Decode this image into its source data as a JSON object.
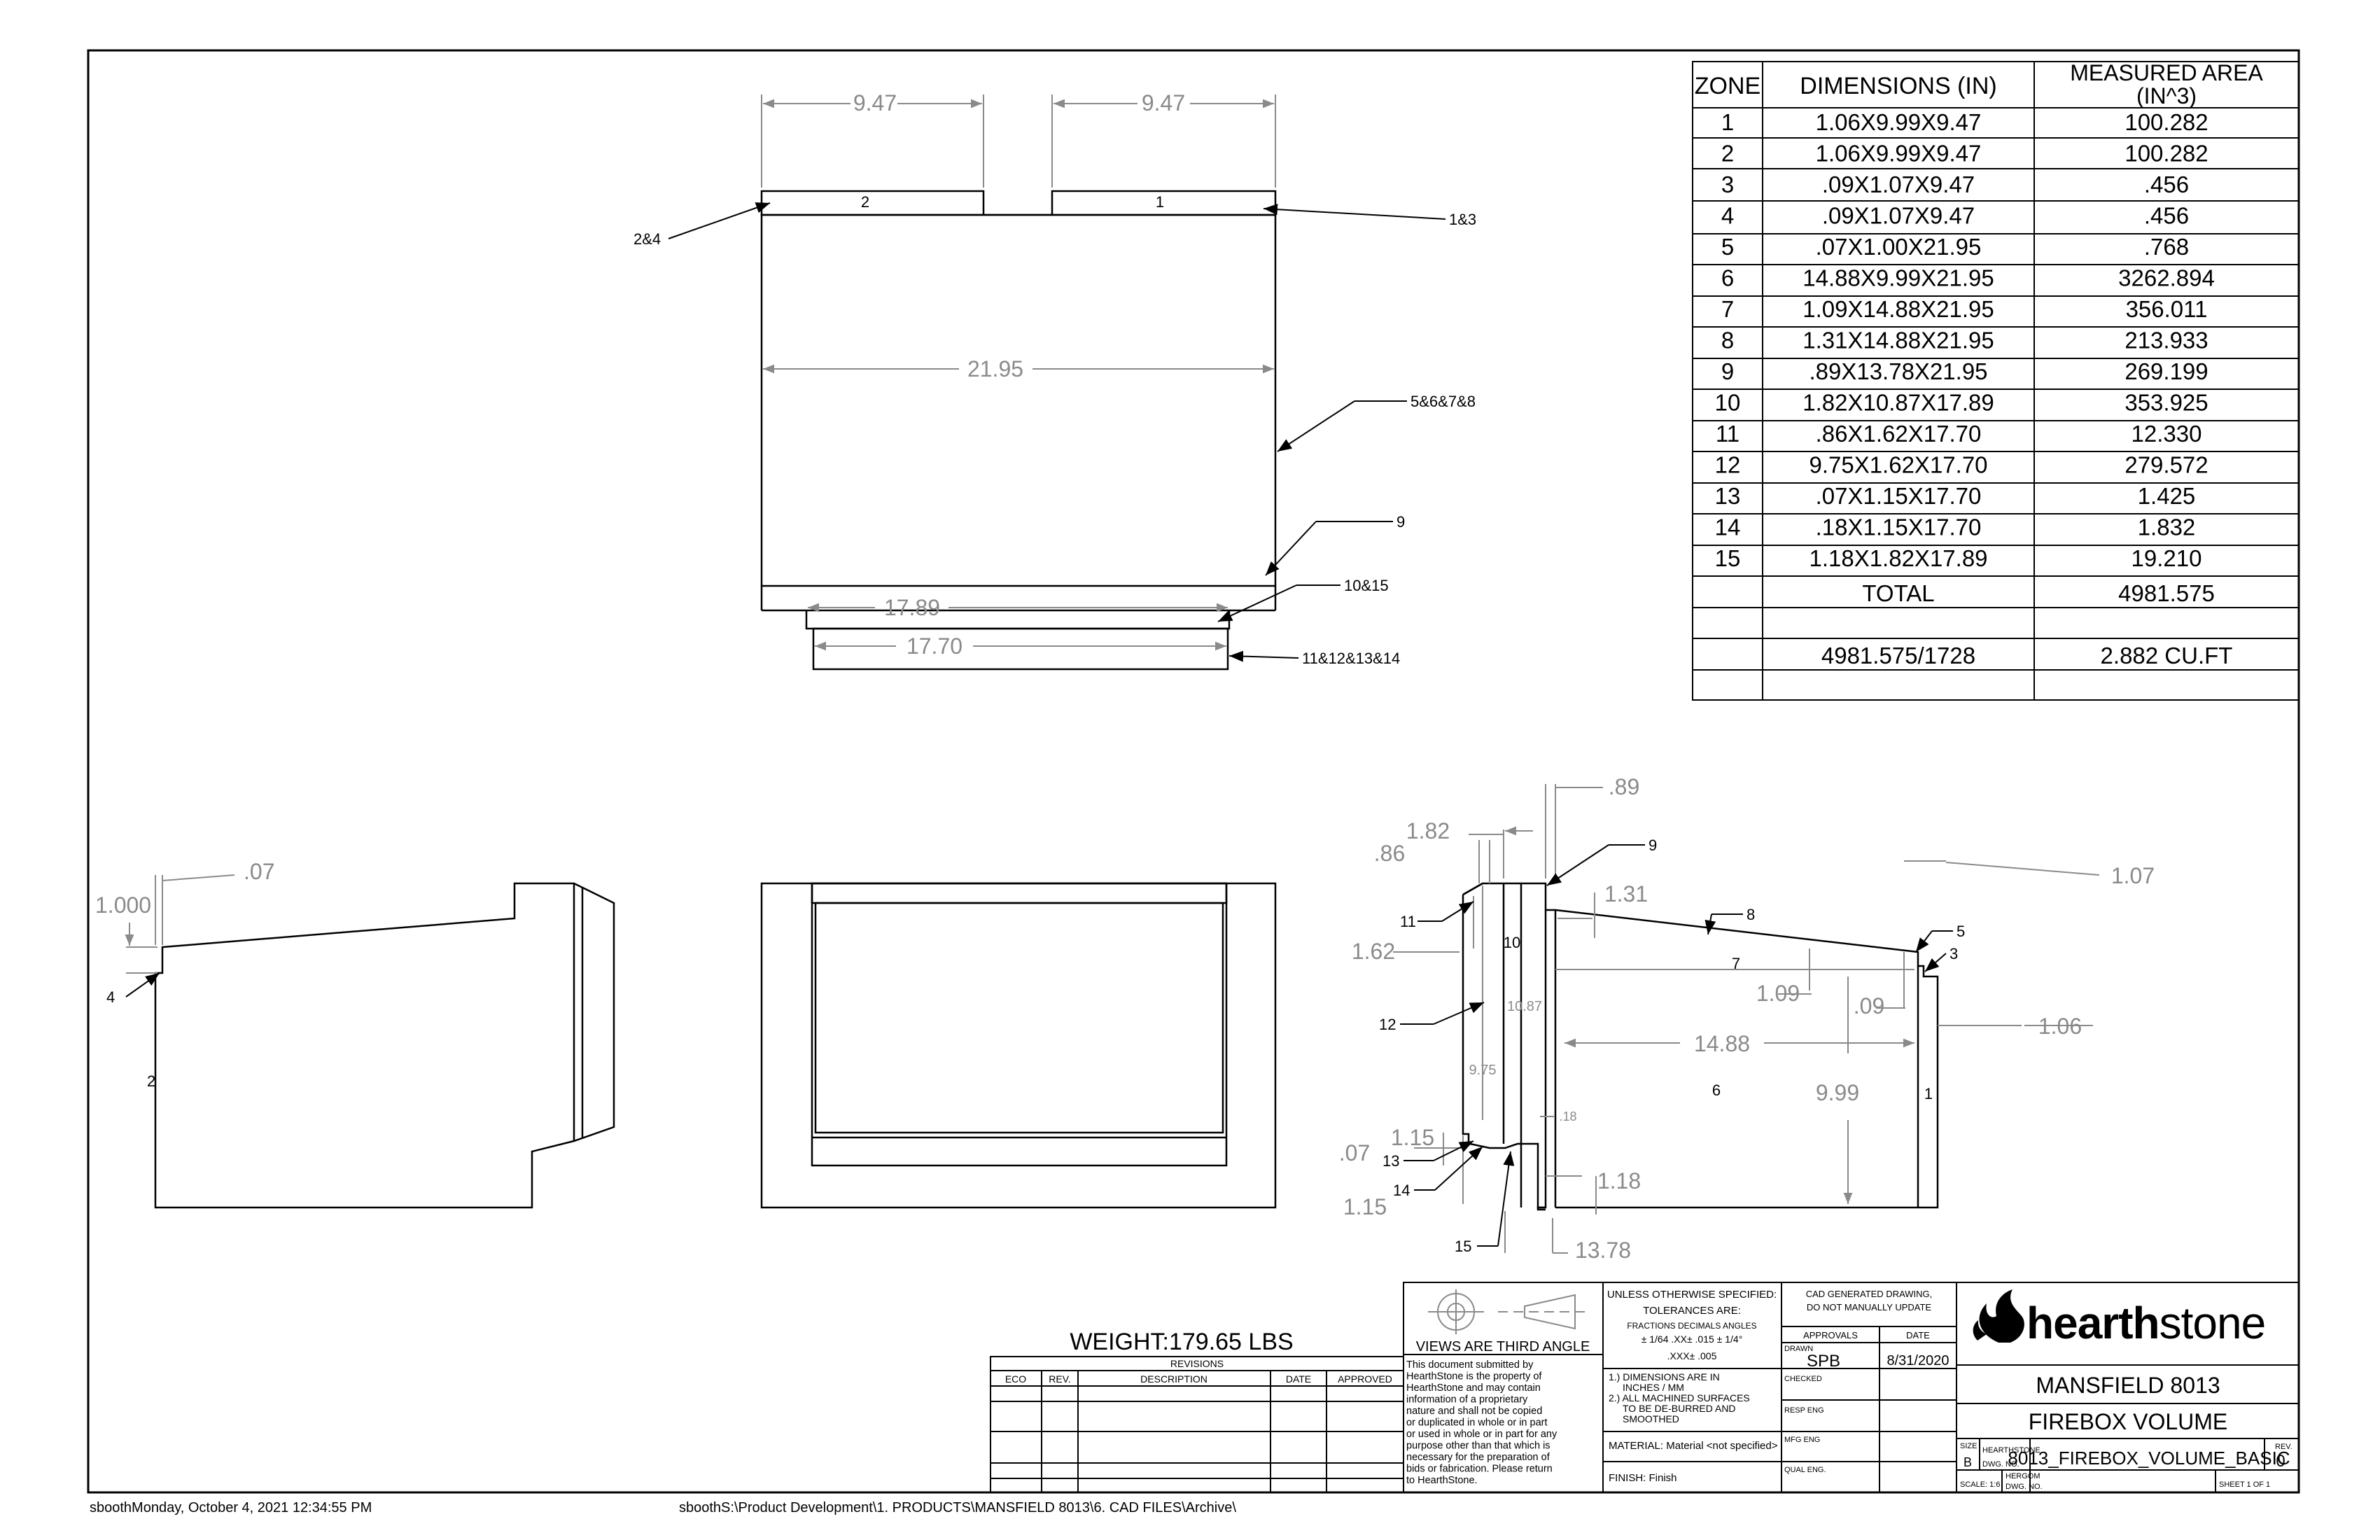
{
  "drawing": {
    "footer_left": "sboothMonday, October 4, 2021 12:34:55 PM",
    "footer_path": "sboothS:\\Product Development\\1. PRODUCTS\\MANSFIELD 8013\\6. CAD FILES\\Archive\\",
    "weight": "WEIGHT:179.65 LBS"
  },
  "zone_table": {
    "headers": [
      "ZONE",
      "DIMENSIONS (IN)",
      "MEASURED AREA",
      "(IN^3)"
    ],
    "rows": [
      [
        "1",
        "1.06X9.99X9.47",
        "100.282"
      ],
      [
        "2",
        "1.06X9.99X9.47",
        "100.282"
      ],
      [
        "3",
        ".09X1.07X9.47",
        ".456"
      ],
      [
        "4",
        ".09X1.07X9.47",
        ".456"
      ],
      [
        "5",
        ".07X1.00X21.95",
        ".768"
      ],
      [
        "6",
        "14.88X9.99X21.95",
        "3262.894"
      ],
      [
        "7",
        "1.09X14.88X21.95",
        "356.011"
      ],
      [
        "8",
        "1.31X14.88X21.95",
        "213.933"
      ],
      [
        "9",
        ".89X13.78X21.95",
        "269.199"
      ],
      [
        "10",
        "1.82X10.87X17.89",
        "353.925"
      ],
      [
        "11",
        ".86X1.62X17.70",
        "12.330"
      ],
      [
        "12",
        "9.75X1.62X17.70",
        "279.572"
      ],
      [
        "13",
        ".07X1.15X17.70",
        "1.425"
      ],
      [
        "14",
        ".18X1.15X17.70",
        "1.832"
      ],
      [
        "15",
        "1.18X1.82X17.89",
        "19.210"
      ]
    ],
    "total_label": "TOTAL",
    "total_value": "4981.575",
    "conversion_expr": "4981.575/1728",
    "conversion_value": "2.882 CU.FT"
  },
  "top_view": {
    "dims": [
      "9.47",
      "9.47",
      "21.95",
      "17.89",
      "17.70"
    ],
    "zone_marks": [
      "2",
      "1"
    ],
    "callouts": [
      "2&4",
      "1&3",
      "5&6&7&8",
      "9",
      "10&15",
      "11&12&13&14"
    ]
  },
  "side_view_left": {
    "dims": [
      ".07",
      "1.000"
    ],
    "callouts": [
      "4",
      "2"
    ]
  },
  "section_view": {
    "dims": [
      ".89",
      "1.82",
      ".86",
      "1.31",
      "1.62",
      "1.09",
      ".09",
      "1.07",
      "1.06",
      "14.88",
      "9.99",
      "10.87",
      "9.75",
      "1.15",
      ".07",
      ".18",
      "1.18",
      "1.15",
      "13.78"
    ],
    "callouts": [
      "9",
      "8",
      "5",
      "3",
      "11",
      "10",
      "7",
      "12",
      "6",
      "1",
      "13",
      "14",
      "15"
    ]
  },
  "title_block": {
    "projection": "VIEWS ARE THIRD ANGLE",
    "proprietary": [
      "This document submitted by",
      "HearthStone is the property of",
      "HearthStone and may contain",
      "information of a proprietary",
      "nature and shall not be copied",
      "or duplicated in whole or in part",
      "or used in whole or in part for any",
      "purpose other than that which is",
      "necessary for the preparation of",
      "bids or fabrication. Please return",
      "to HearthStone."
    ],
    "unless": "UNLESS OTHERWISE SPECIFIED:",
    "tolerances": "TOLERANCES ARE:",
    "tol_header": "FRACTIONS  DECIMALS  ANGLES",
    "tol_values": "± 1/64   .XX± .015   ± 1/4°",
    "tol_values2": ".XXX± .005",
    "notes": [
      "1.) DIMENSIONS ARE IN",
      "INCHES / MM",
      "2.) ALL MACHINED SURFACES",
      "TO BE DE-BURRED AND",
      "SMOOTHED"
    ],
    "material": "MATERIAL:  Material <not specified>",
    "finish": "FINISH:  Finish",
    "cad_note": [
      "CAD GENERATED DRAWING,",
      "DO NOT MANUALLY UPDATE"
    ],
    "approvals": "APPROVALS",
    "date_label": "DATE",
    "drawn": "DRAWN",
    "drawn_by": "SPB",
    "drawn_date": "8/31/2020",
    "checked": "CHECKED",
    "resp_eng": "RESP ENG",
    "mfg_eng": "MFG ENG",
    "qual_eng": "QUAL ENG.",
    "company": "hearthstone",
    "company_bold": "hearth",
    "company_light": "stone",
    "title1": "MANSFIELD 8013",
    "title2": "FIREBOX VOLUME",
    "size_label": "SIZE",
    "size": "B",
    "dwg_label1": "HEARTHSTONE",
    "dwg_label2": "DWG. NO.",
    "dwg_no": "8013_FIREBOX_VOLUME_BASIC",
    "rev_label": "REV.",
    "rev": "0",
    "scale": "SCALE:  1:6",
    "hergom": "HERGOM",
    "hergom_dwg": "DWG. NO.",
    "sheet": "SHEET 1  OF 1"
  },
  "revisions": {
    "title": "REVISIONS",
    "headers": [
      "ECO",
      "REV.",
      "DESCRIPTION",
      "DATE",
      "APPROVED"
    ]
  }
}
